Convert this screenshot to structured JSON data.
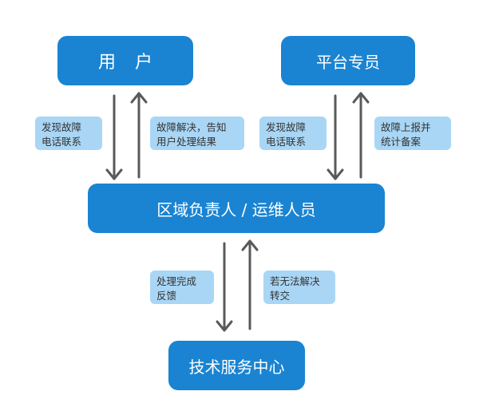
{
  "nodes": {
    "user": "用户",
    "platform": "平台专员",
    "regional": "区域负责人 / 运维人员",
    "tech_center": "技术服务中心"
  },
  "labels": {
    "user_report": [
      "发现故障",
      "电话联系"
    ],
    "user_feedback": [
      "故障解决，告知",
      "用户处理结果"
    ],
    "platform_report": [
      "发现故障",
      "电话联系"
    ],
    "platform_record": [
      "故障上报并",
      "统计备案"
    ],
    "tech_feedback": [
      "处理完成",
      "反馈"
    ],
    "tech_escalate": [
      "若无法解决",
      "转交"
    ]
  },
  "colors": {
    "node_fill": "#1a84d2",
    "label_fill": "#a9d6f5",
    "arrow": "#595959"
  }
}
